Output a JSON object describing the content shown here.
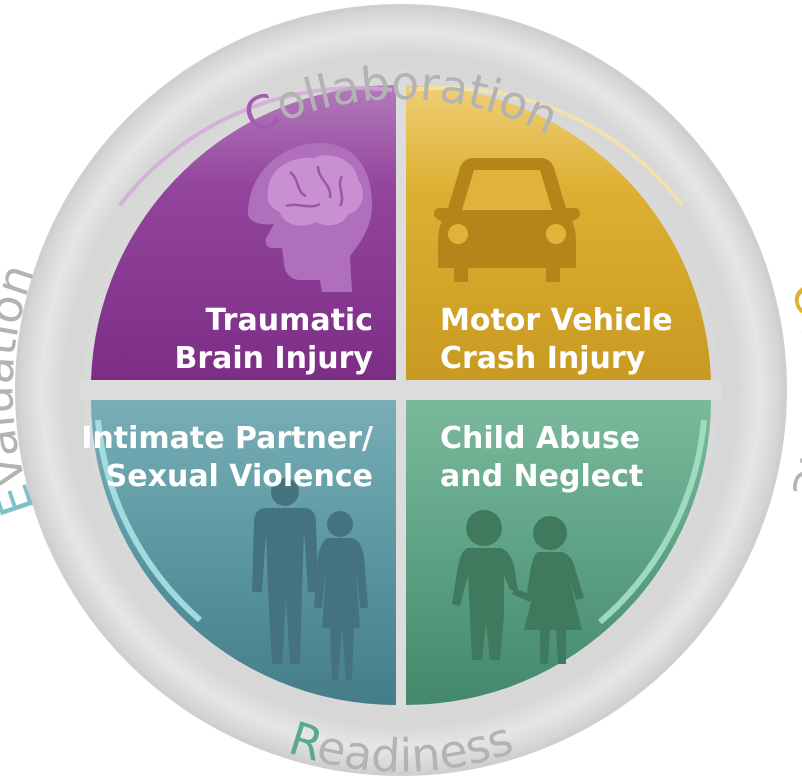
{
  "ring": {
    "top": {
      "initial": "C",
      "rest": "ollaboration",
      "initial_color": "#a75ab5"
    },
    "right": {
      "initial": "O",
      "rest": "utcome",
      "initial_color": "#e0b22c"
    },
    "bottom": {
      "initial": "R",
      "rest": "eadiness",
      "initial_color": "#5aa88f"
    },
    "left": {
      "initial": "E",
      "rest": "valuation",
      "initial_color": "#7cc2c8"
    }
  },
  "quadrants": {
    "top_left": {
      "line1": "Traumatic",
      "line2": "Brain Injury",
      "icon": "brain-head-icon",
      "color": "#8e3a97"
    },
    "top_right": {
      "line1": "Motor Vehicle",
      "line2": "Crash Injury",
      "icon": "car-icon",
      "color": "#d5a52c"
    },
    "bottom_left": {
      "line1": "Intimate Partner/",
      "line2": "Sexual Violence",
      "icon": "adult-couple-icon",
      "color": "#5e9ca6"
    },
    "bottom_right": {
      "line1": "Child Abuse",
      "line2": "and Neglect",
      "icon": "children-holding-hands-icon",
      "color": "#5fa487"
    }
  },
  "colors": {
    "ring": "#e3e3e3",
    "ring_text": "#b3b3b3",
    "divider": "#dcdcdc"
  }
}
